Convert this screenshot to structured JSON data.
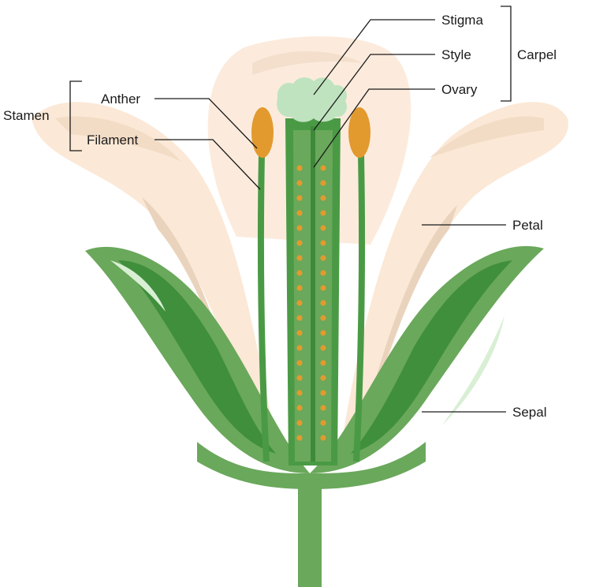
{
  "labels": {
    "stigma": "Stigma",
    "style": "Style",
    "ovary": "Ovary",
    "carpel": "Carpel",
    "anther": "Anther",
    "filament": "Filament",
    "stamen": "Stamen",
    "petal": "Petal",
    "sepal": "Sepal"
  },
  "colors": {
    "petal": "#fbe8d6",
    "petal_shadow": "#e9d3bd",
    "sepal_outer": "#6aa85b",
    "sepal_inner": "#3f8f3c",
    "stem": "#6aa85b",
    "carpel": "#4a9a45",
    "stigma": "#bfe3bf",
    "anther": "#e29a2e",
    "ovule": "#e29a2e",
    "line": "#1a1a1a"
  }
}
